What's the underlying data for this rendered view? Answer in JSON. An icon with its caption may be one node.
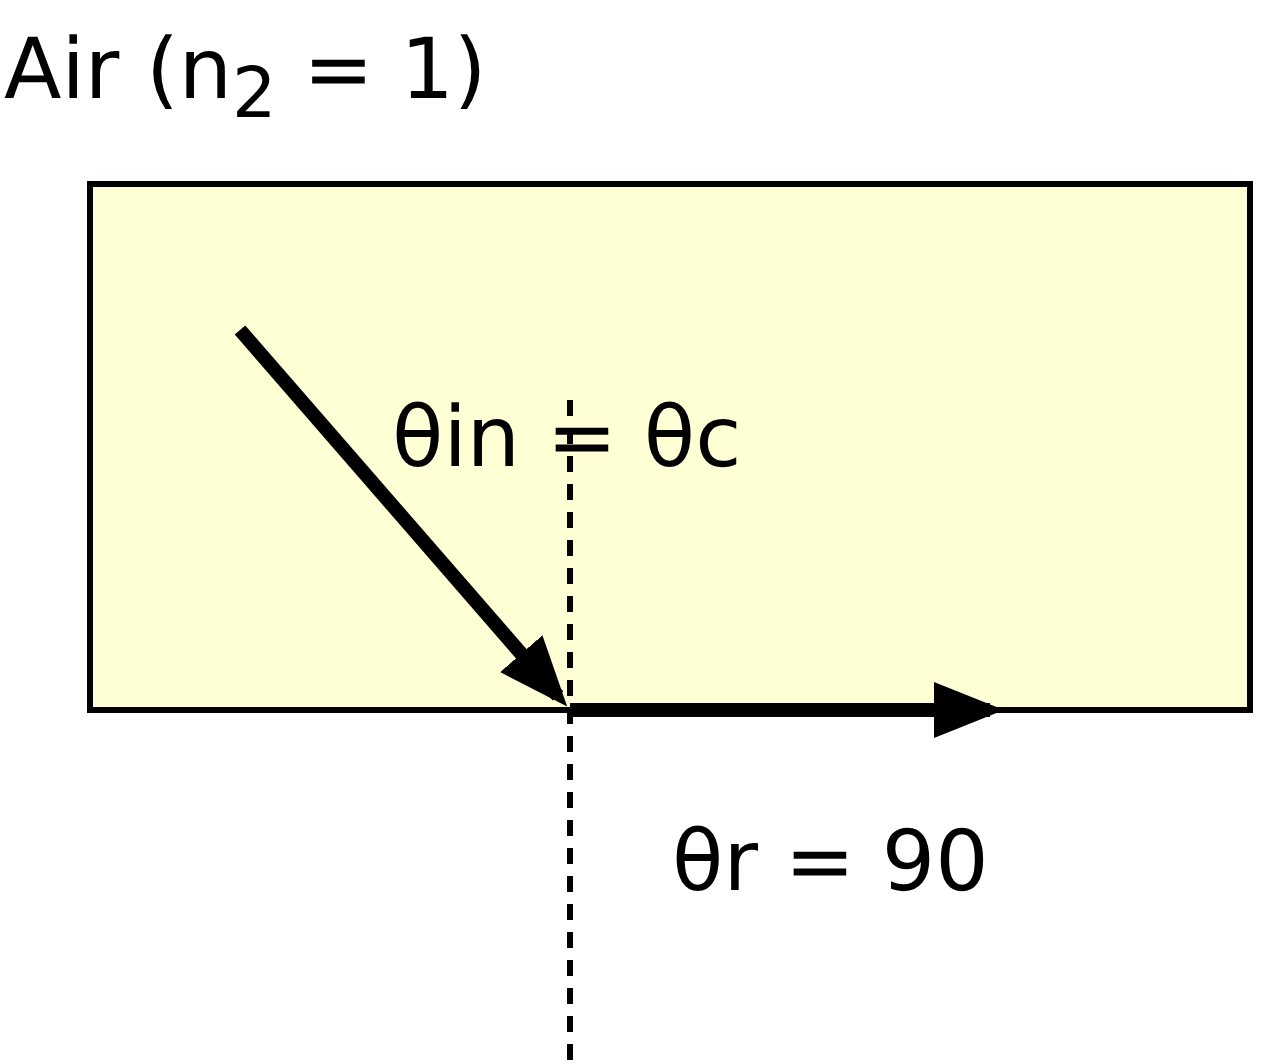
{
  "diagram": {
    "labels": [
      "Air (n$_{2}$ = 1)",
      "θin = θc",
      "θr = 90"
    ]
  }
}
